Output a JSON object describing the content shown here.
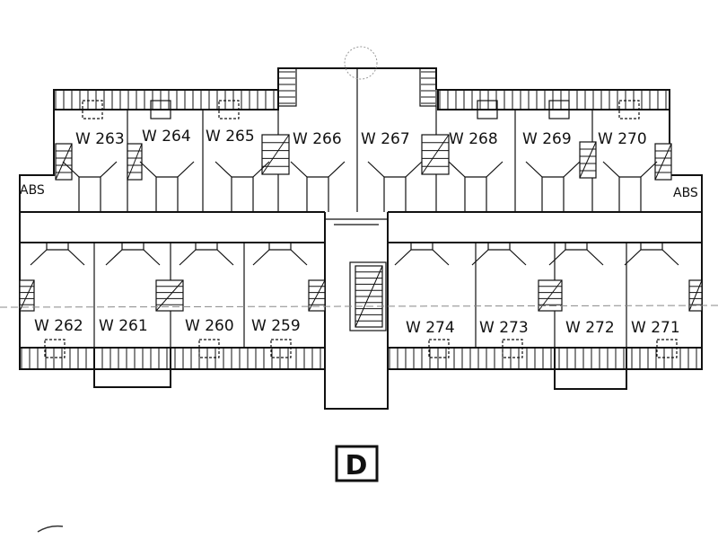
{
  "plan": {
    "rooms_top": [
      {
        "id": "W 263"
      },
      {
        "id": "W 264"
      },
      {
        "id": "W 265"
      },
      {
        "id": "W 266"
      },
      {
        "id": "W 267"
      },
      {
        "id": "W 268"
      },
      {
        "id": "W 269"
      },
      {
        "id": "W 270"
      }
    ],
    "rooms_bottom": [
      {
        "id": "W 262"
      },
      {
        "id": "W 261"
      },
      {
        "id": "W 260"
      },
      {
        "id": "W 259"
      },
      {
        "id": "W 274"
      },
      {
        "id": "W 273"
      },
      {
        "id": "W 272"
      },
      {
        "id": "W 271"
      }
    ],
    "abs_left": "ABS",
    "abs_right": "ABS",
    "section_letter": "D"
  }
}
